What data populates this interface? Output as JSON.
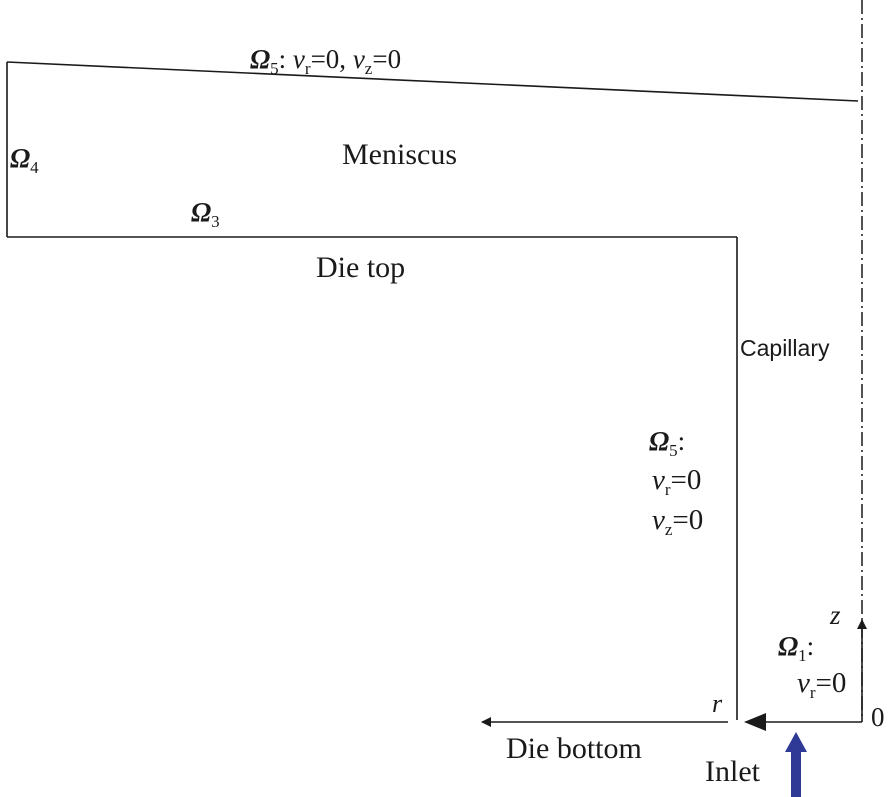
{
  "labels": {
    "omega": "Ω",
    "omega5_top": {
      "sub": "5",
      "colon": ": ",
      "v": "v",
      "r": "r",
      "zero": "=0, ",
      "v2": "v",
      "z": "z",
      "zero2": "=0"
    },
    "omega4": {
      "sub": "4"
    },
    "omega3": {
      "sub": "3"
    },
    "meniscus": "Meniscus",
    "die_top": "Die top",
    "capillary": "Capillary",
    "omega5_side": {
      "sub": "5",
      "colon": ":",
      "v": "v",
      "r": "r",
      "zero": "=0",
      "v2": "v",
      "z": "z",
      "zero2": "=0"
    },
    "omega1": {
      "sub": "1",
      "colon": ":",
      "v": "v",
      "r": "r",
      "zero": "=0"
    },
    "axis_z": "z",
    "axis_r": "r",
    "origin": "0",
    "die_bottom": "Die bottom",
    "inlet": "Inlet"
  },
  "colors": {
    "line": "#1a1a1a",
    "inlet_arrow": "#2e3a96"
  }
}
